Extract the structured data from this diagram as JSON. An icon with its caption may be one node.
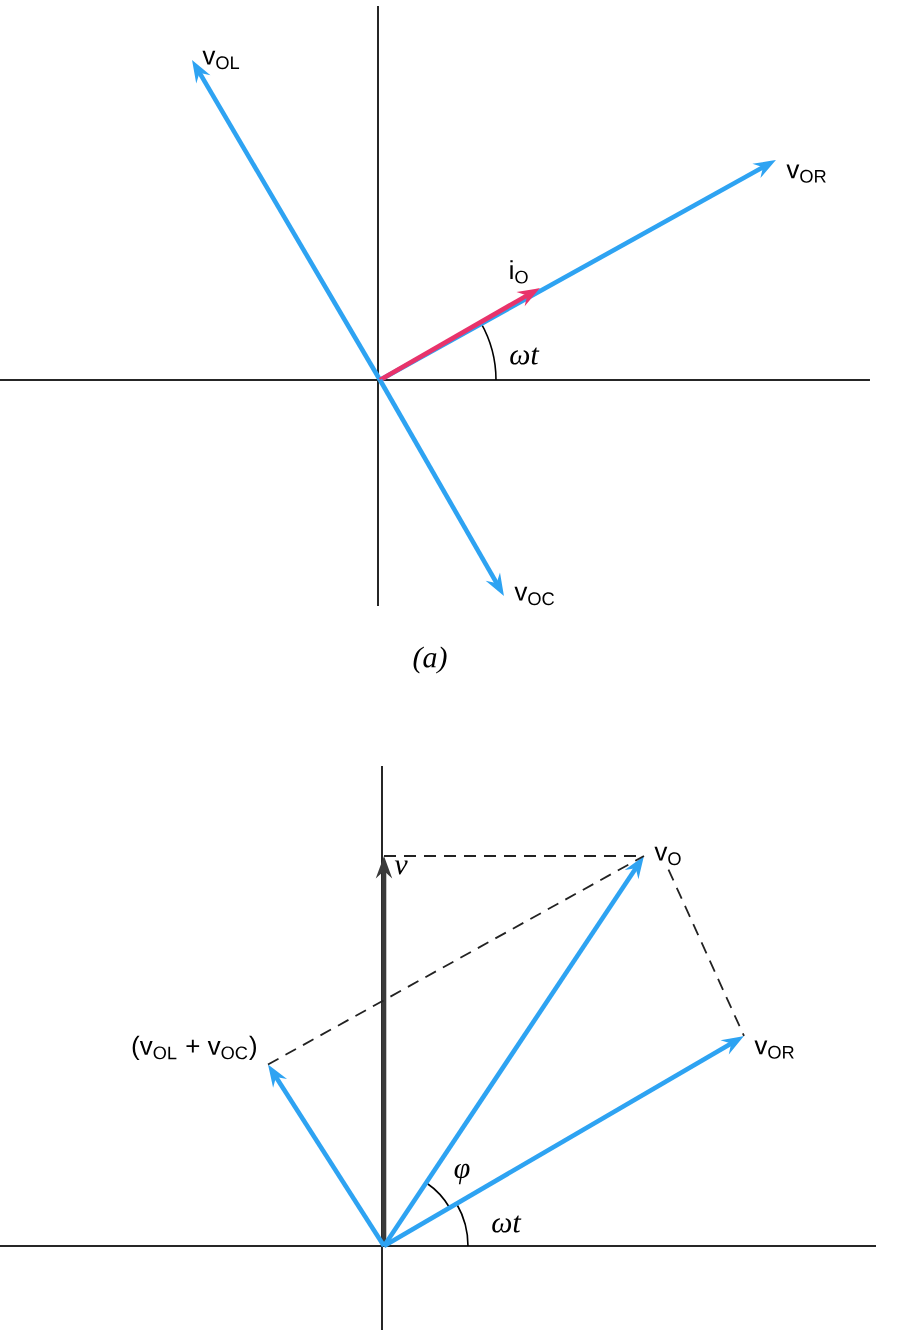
{
  "diagram": {
    "nodes": [
      {
        "text": [
          "v$_{OL}$"
        ]
      },
      {
        "text": [
          "i$_{O}$"
        ]
      },
      {
        "text": [
          "v$_{OR}$"
        ]
      },
      {
        "text": [
          "v$_{OC}$"
        ]
      },
      {
        "text": [
          "v"
        ]
      },
      {
        "text": [
          "v$_{O}$"
        ]
      },
      {
        "text": [
          "v$_{OR}$"
        ]
      },
      {
        "text": [
          "(v$_{OL}$ + v$_{OC}$)"
        ]
      }
    ],
    "edges": [
      {
        "from": null,
        "to": 0,
        "arrow": "to"
      },
      {
        "from": null,
        "to": 2,
        "arrow": "to"
      },
      {
        "from": null,
        "to": 1,
        "arrow": "to",
        "color": "#e8336b"
      },
      {
        "from": null,
        "to": 3,
        "arrow": "to"
      },
      {
        "from": null,
        "to": 4,
        "arrow": "to",
        "color": "#3a3a3a"
      },
      {
        "from": null,
        "to": 5,
        "arrow": "to"
      },
      {
        "from": null,
        "to": 6,
        "arrow": "to"
      },
      {
        "from": null,
        "to": 7,
        "arrow": "to"
      },
      {
        "from": 4,
        "to": 5,
        "arrow": "none",
        "style": "dashed",
        "color": "#222222"
      },
      {
        "from": 7,
        "to": 5,
        "arrow": "none",
        "style": "dashed",
        "color": "#222222"
      },
      {
        "from": 5,
        "to": 6,
        "arrow": "none",
        "style": "dashed",
        "color": "#222222"
      }
    ],
    "labels": [
      "ωt",
      "(a)",
      "φ",
      "ωt"
    ]
  }
}
